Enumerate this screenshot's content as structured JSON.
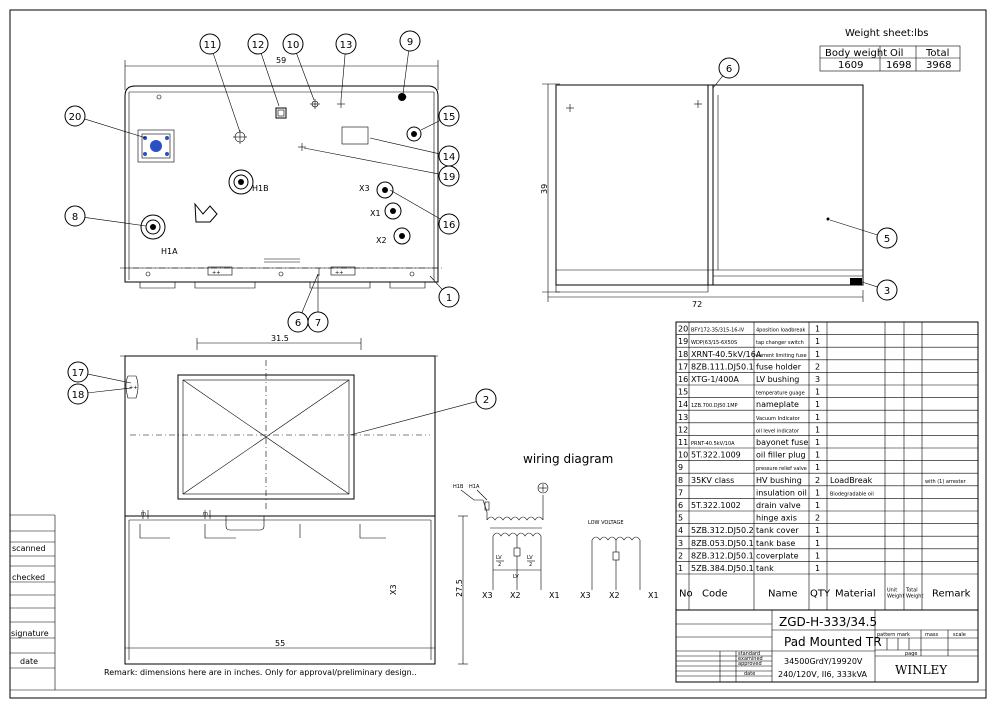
{
  "weight_sheet": {
    "title": "Weight sheet:lbs",
    "headers": [
      "Body weight",
      "Oil",
      "Total"
    ],
    "values": [
      "1609",
      "1698",
      "3968"
    ]
  },
  "dimensions": {
    "top_width": "59",
    "side_height": "39",
    "side_width": "72",
    "bottom_width": "31.5",
    "bottom_total": "55",
    "bottom_height": "27.5",
    "x3_label": "X3"
  },
  "callouts": [
    "11",
    "12",
    "10",
    "13",
    "9",
    "20",
    "15",
    "14",
    "19",
    "16",
    "8",
    "1",
    "6",
    "7",
    "6",
    "5",
    "3",
    "17",
    "18",
    "2"
  ],
  "terminal_labels": {
    "h1b": "H1B",
    "h1a": "H1A",
    "x3": "X3",
    "x1": "X1",
    "x2": "X2"
  },
  "wiring": {
    "title": "wiring diagram",
    "h1b": "H1B",
    "h1a": "H1A",
    "low_voltage": "LOW VOLTAGE",
    "lv": "LV",
    "two": "2",
    "x3": "X3",
    "x2": "X2",
    "x1": "X1"
  },
  "parts_table": {
    "headers": [
      "No",
      "Code",
      "Name",
      "QTY",
      "Material",
      "Unit Weight",
      "Total Weight",
      "Remark"
    ],
    "rows": [
      {
        "no": "20",
        "code": "BFY172-35/315-16-IV",
        "name": "4position loadbreak",
        "qty": "1",
        "material": "",
        "remark": "",
        "nameSize": "tiny",
        "codeSize": "tiny"
      },
      {
        "no": "19",
        "code": "WDP(63/15-6X50S",
        "name": "tap changer switch",
        "qty": "1",
        "material": "",
        "remark": "",
        "nameSize": "tiny",
        "codeSize": "tiny"
      },
      {
        "no": "18",
        "code": "XRNT-40.5kV/16A",
        "name": "current limiting fuse",
        "qty": "1",
        "material": "",
        "remark": "",
        "nameSize": "tiny",
        "codeSize": "small"
      },
      {
        "no": "17",
        "code": "8ZB.111.DJ50.1",
        "name": "fuse holder",
        "qty": "2",
        "material": "",
        "remark": "",
        "nameSize": "small",
        "codeSize": "small"
      },
      {
        "no": "16",
        "code": "XTG-1/400A",
        "name": "LV bushing",
        "qty": "3",
        "material": "",
        "remark": "",
        "nameSize": "small",
        "codeSize": "small"
      },
      {
        "no": "15",
        "code": "",
        "name": "temperature guage",
        "qty": "1",
        "material": "",
        "remark": "",
        "nameSize": "tiny",
        "codeSize": "small"
      },
      {
        "no": "14",
        "code": "1ZB.700.DJ50.1MP",
        "name": "nameplate",
        "qty": "1",
        "material": "",
        "remark": "",
        "nameSize": "small",
        "codeSize": "tiny"
      },
      {
        "no": "13",
        "code": "",
        "name": "Vacuum Indicator",
        "qty": "1",
        "material": "",
        "remark": "",
        "nameSize": "tiny",
        "codeSize": "small"
      },
      {
        "no": "12",
        "code": "",
        "name": "oil level indicator",
        "qty": "1",
        "material": "",
        "remark": "",
        "nameSize": "tiny",
        "codeSize": "small"
      },
      {
        "no": "11",
        "code": "PRNT-40.5kV/10A",
        "name": "bayonet fuse",
        "qty": "1",
        "material": "",
        "remark": "",
        "nameSize": "small",
        "codeSize": "tiny"
      },
      {
        "no": "10",
        "code": "5T.322.1009",
        "name": "oil filler plug",
        "qty": "1",
        "material": "",
        "remark": "",
        "nameSize": "small",
        "codeSize": "small"
      },
      {
        "no": "9",
        "code": "",
        "name": "pressure relief valve",
        "qty": "1",
        "material": "",
        "remark": "",
        "nameSize": "tiny",
        "codeSize": "small"
      },
      {
        "no": "8",
        "code": "35KV class",
        "name": "HV bushing",
        "qty": "2",
        "material": "LoadBreak",
        "remark": "with (1) arrester",
        "nameSize": "small",
        "codeSize": "small"
      },
      {
        "no": "7",
        "code": "",
        "name": "insulation oil",
        "qty": "1",
        "material": "Biodegradable oil",
        "remark": "",
        "nameSize": "small",
        "codeSize": "small"
      },
      {
        "no": "6",
        "code": "5T.322.1002",
        "name": "drain valve",
        "qty": "1",
        "material": "",
        "remark": "",
        "nameSize": "small",
        "codeSize": "small"
      },
      {
        "no": "5",
        "code": "",
        "name": "hinge axis",
        "qty": "2",
        "material": "",
        "remark": "",
        "nameSize": "small",
        "codeSize": "small"
      },
      {
        "no": "4",
        "code": "5ZB.312.DJ50.2",
        "name": "tank cover",
        "qty": "1",
        "material": "",
        "remark": "",
        "nameSize": "small",
        "codeSize": "small"
      },
      {
        "no": "3",
        "code": "8ZB.053.DJ50.1",
        "name": "tank base",
        "qty": "1",
        "material": "",
        "remark": "",
        "nameSize": "small",
        "codeSize": "small"
      },
      {
        "no": "2",
        "code": "8ZB.312.DJ50.1",
        "name": "coverplate",
        "qty": "1",
        "material": "",
        "remark": "",
        "nameSize": "small",
        "codeSize": "small"
      },
      {
        "no": "1",
        "code": "5ZB.384.DJ50.1",
        "name": "tank",
        "qty": "1",
        "material": "",
        "remark": "",
        "nameSize": "small",
        "codeSize": "small"
      }
    ]
  },
  "title_block": {
    "model": "ZGD-H-333/34.5",
    "product": "Pad Mounted TR",
    "pattern_mark": "pattern mark",
    "mass": "mass",
    "scale": "scale",
    "page": "page",
    "company": "WINLEY",
    "standard": "standard",
    "examined": "examined",
    "approved": "approved",
    "date": "date",
    "voltage1": "34500GrdY/19920V",
    "voltage2": "240/120V, II6, 333kVA"
  },
  "left_block": [
    "scanned",
    "checked",
    "signature",
    "date"
  ],
  "remark": "Remark: dimensions here are in inches. Only for approval/preliminary design.."
}
